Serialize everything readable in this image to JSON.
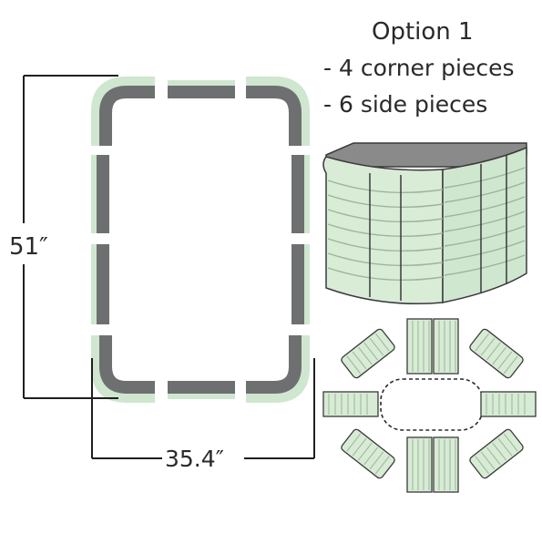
{
  "title": "Option 1",
  "bullets": [
    "- 4 corner pieces",
    "- 6 side pieces"
  ],
  "dimensions": {
    "height_label": "51″",
    "width_label": "35.4″"
  },
  "colors": {
    "panel_dark": "#6e6f70",
    "panel_mint": "#cfe6cf",
    "panel_mint_light": "#e5f2e3",
    "outline": "#3a3a3a",
    "bed_inner": "#8a8a8a"
  }
}
